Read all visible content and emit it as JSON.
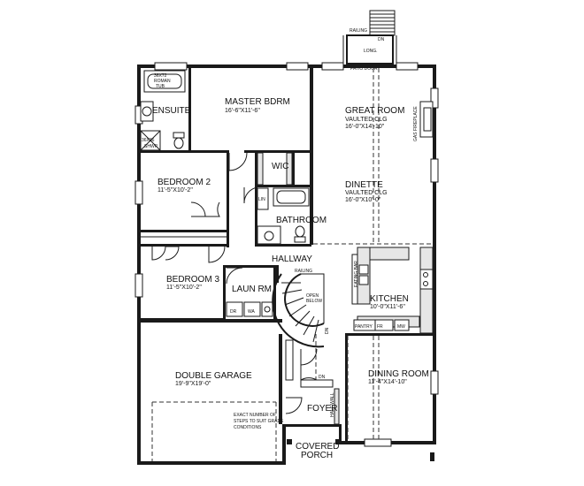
{
  "plan": {
    "rooms": {
      "master": {
        "name": "MASTER BDRM",
        "dims": "16'-6\"X11'-6\""
      },
      "ensuite": {
        "name": "ENSUITE"
      },
      "great": {
        "name": "GREAT ROOM",
        "sub": "VAULTED CLG",
        "dims": "16'-0\"X14'-10\""
      },
      "wic": {
        "name": "WIC"
      },
      "bedroom2": {
        "name": "BEDROOM 2",
        "dims": "11'-5\"X10'-2\""
      },
      "dinette": {
        "name": "DINETTE",
        "sub": "VAULTED CLG",
        "dims": "16'-0\"X10'-0\""
      },
      "bathroom": {
        "name": "BATHROOM"
      },
      "hallway": {
        "name": "HALLWAY"
      },
      "bedroom3": {
        "name": "BEDROOM 3",
        "dims": "11'-5\"X10'-2\""
      },
      "laun": {
        "name": "LAUN RM"
      },
      "kitchen": {
        "name": "KITCHEN",
        "dims": "10'-0\"X11'-6\""
      },
      "garage": {
        "name": "DOUBLE GARAGE",
        "dims": "19'-9\"X19'-0\""
      },
      "dining": {
        "name": "DINING ROOM",
        "dims": "11'-4\"X14'-10\""
      },
      "foyer": {
        "name": "FOYER"
      },
      "porch": {
        "name": "COVERED",
        "name2": "PORCH"
      }
    },
    "notes": {
      "railing_top": "RAILING",
      "dn_top": "DN",
      "long": "LONG.",
      "patio": "PATIO DOOR",
      "tub1": "36X72",
      "tub2": "ROMAN",
      "tub3": "TUB",
      "shower1": "36X36",
      "shower2": "SHWR",
      "fireplace": "GAS FIREPLACE",
      "lin": "LIN",
      "railing_stair": "RAILING",
      "open1": "OPEN",
      "open2": "BELOW",
      "eating_bar": "EATING BAR",
      "dr": "DR",
      "wa": "WA",
      "dn_stair": "DN",
      "pantry": "PANTRY",
      "fr": "FR",
      "mw": "MW",
      "dn_foyer": "DN",
      "half_wall": "HALF WALL",
      "garage_note1": "EXACT NUMBER OF",
      "garage_note2": "STEPS TO SUIT GRADE",
      "garage_note3": "CONDITIONS"
    }
  }
}
